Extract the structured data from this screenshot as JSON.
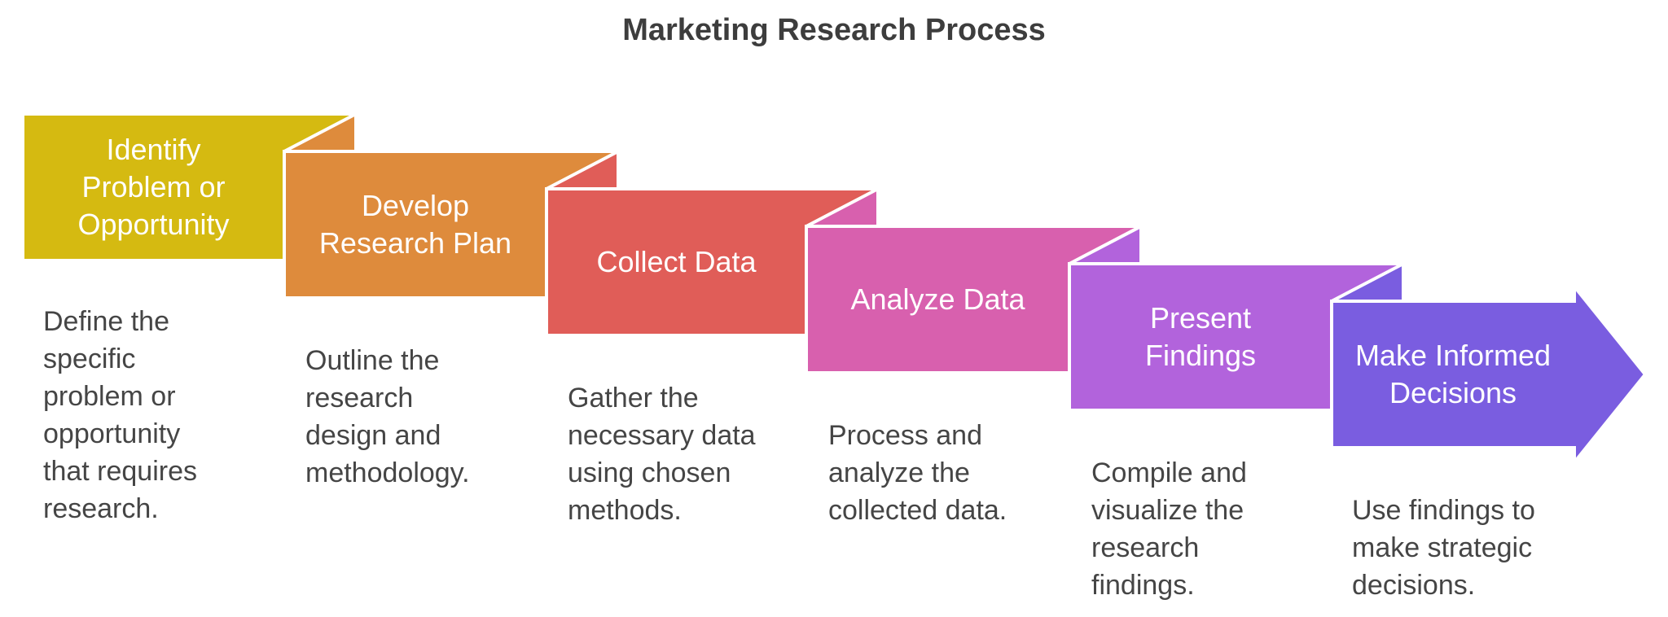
{
  "title": "Marketing Research Process",
  "colors": {
    "background": "#ffffff",
    "outline": "#ffffff",
    "title_text": "#3d3d3d",
    "description_text": "#454545",
    "label_text": "#ffffff"
  },
  "steps": [
    {
      "label": "Identify\nProblem or\nOpportunity",
      "description": "Define the\nspecific\nproblem or\nopportunity\nthat requires\nresearch.",
      "color": "#d5ba11"
    },
    {
      "label": "Develop\nResearch Plan",
      "description": "Outline the\nresearch\ndesign and\nmethodology.",
      "color": "#de8b3c"
    },
    {
      "label": "Collect Data",
      "description": "Gather the\nnecessary data\nusing chosen\nmethods.",
      "color": "#e05d58"
    },
    {
      "label": "Analyze Data",
      "description": "Process and\nanalyze the\ncollected data.",
      "color": "#d860ae"
    },
    {
      "label": "Present\nFindings",
      "description": "Compile and\nvisualize the\nresearch\nfindings.",
      "color": "#b263dc"
    },
    {
      "label": "Make Informed\nDecisions",
      "description": "Use findings to\nmake strategic\ndecisions.",
      "color": "#7a5de0"
    }
  ]
}
